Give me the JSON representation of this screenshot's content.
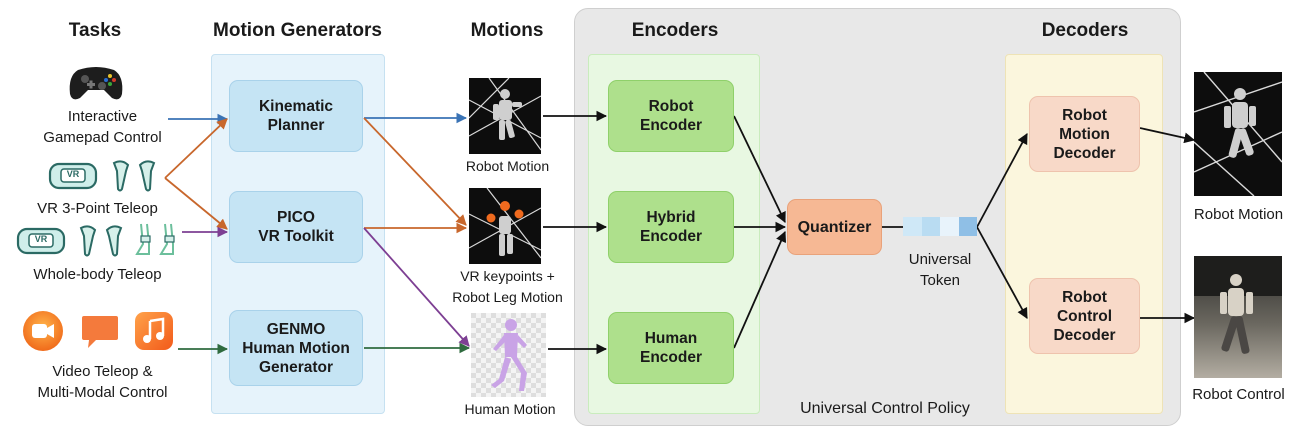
{
  "headers": {
    "tasks": "Tasks",
    "motion_generators": "Motion Generators",
    "motions": "Motions",
    "encoders": "Encoders",
    "decoders": "Decoders"
  },
  "tasks": {
    "gamepad": "Interactive\nGamepad Control",
    "vr3": "VR 3-Point Teleop",
    "wholebody": "Whole-body Teleop",
    "video": "Video Teleop &\nMulti-Modal Control",
    "vr_badge": "VR"
  },
  "generators": {
    "kinematic": "Kinematic\nPlanner",
    "pico": "PICO\nVR Toolkit",
    "genmo": "GENMO\nHuman Motion\nGenerator"
  },
  "motions": {
    "robot": "Robot Motion",
    "vr_leg": "VR keypoints +\nRobot Leg Motion",
    "human": "Human Motion"
  },
  "encoders": {
    "robot": "Robot\nEncoder",
    "hybrid": "Hybrid\nEncoder",
    "human": "Human\nEncoder"
  },
  "quantizer": "Quantizer",
  "token": "Universal\nToken",
  "decoders": {
    "motion": "Robot\nMotion\nDecoder",
    "control": "Robot\nControl\nDecoder"
  },
  "policy_label": "Universal Control Policy",
  "outputs": {
    "motion": "Robot Motion",
    "control": "Robot Control"
  },
  "colors": {
    "gen_panel": "#e6f3fb",
    "enc_panel": "#e8f8e2",
    "dec_panel": "#fbf6dd",
    "policy_panel": "#e8e8e8",
    "arrow_blue": "#3a73b5",
    "arrow_orange": "#c8672c",
    "arrow_purple": "#7d3f93",
    "arrow_green": "#2f6b3f"
  }
}
